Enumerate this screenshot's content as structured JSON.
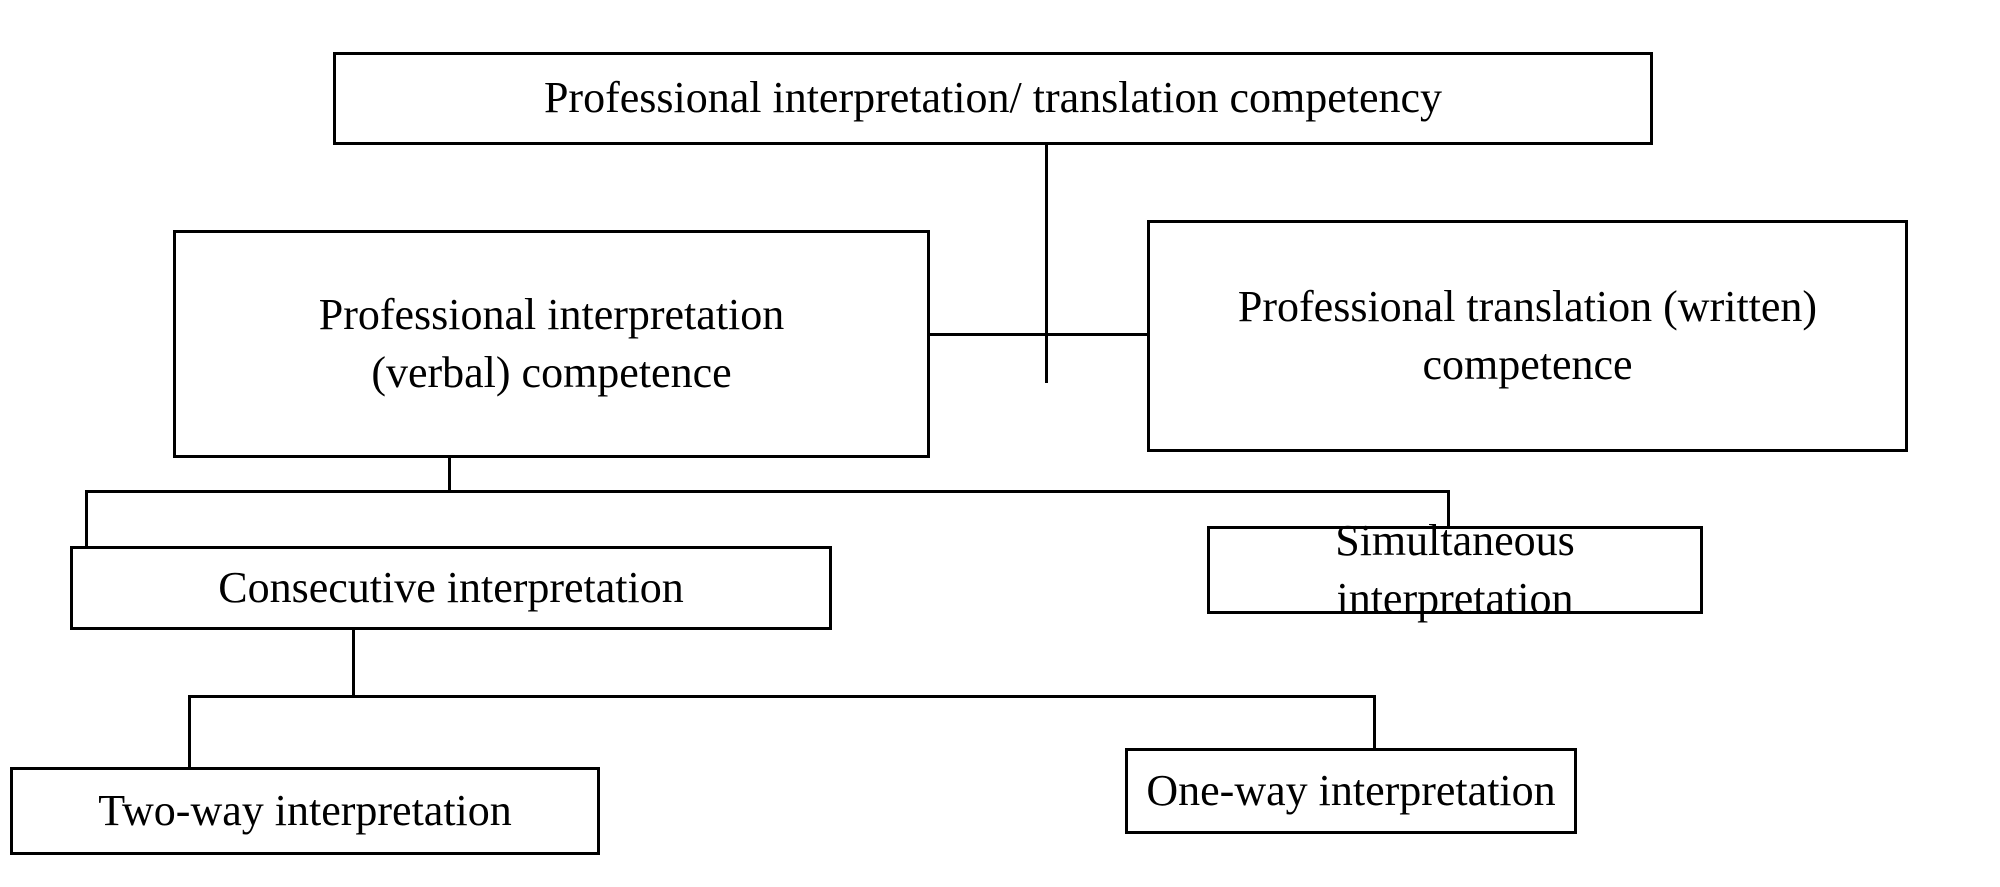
{
  "diagram": {
    "title": "Professional interpretation/ translation competency hierarchy",
    "type": "hierarchy-flowchart",
    "colors": {
      "background": "#ffffff",
      "box_border": "#000000",
      "box_fill": "#ffffff",
      "connector": "#000000",
      "text": "#000000"
    },
    "nodes": {
      "root": {
        "label": "Professional interpretation/ translation competency",
        "level": 1
      },
      "interpretation": {
        "label": "Professional interpretation\n(verbal) competence",
        "level": 2
      },
      "translation": {
        "label": "Professional translation (written)\ncompetence",
        "level": 2
      },
      "consecutive": {
        "label": "Consecutive interpretation",
        "level": 3
      },
      "simultaneous": {
        "label": "Simultaneous interpretation",
        "level": 3
      },
      "two_way": {
        "label": "Two-way interpretation",
        "level": 4
      },
      "one_way": {
        "label": "One-way interpretation",
        "level": 4
      }
    },
    "edges": [
      {
        "from": "root",
        "to": "interpretation"
      },
      {
        "from": "root",
        "to": "translation"
      },
      {
        "from": "interpretation",
        "to": "consecutive"
      },
      {
        "from": "interpretation",
        "to": "simultaneous"
      },
      {
        "from": "consecutive",
        "to": "two_way"
      },
      {
        "from": "consecutive",
        "to": "one_way"
      }
    ]
  }
}
